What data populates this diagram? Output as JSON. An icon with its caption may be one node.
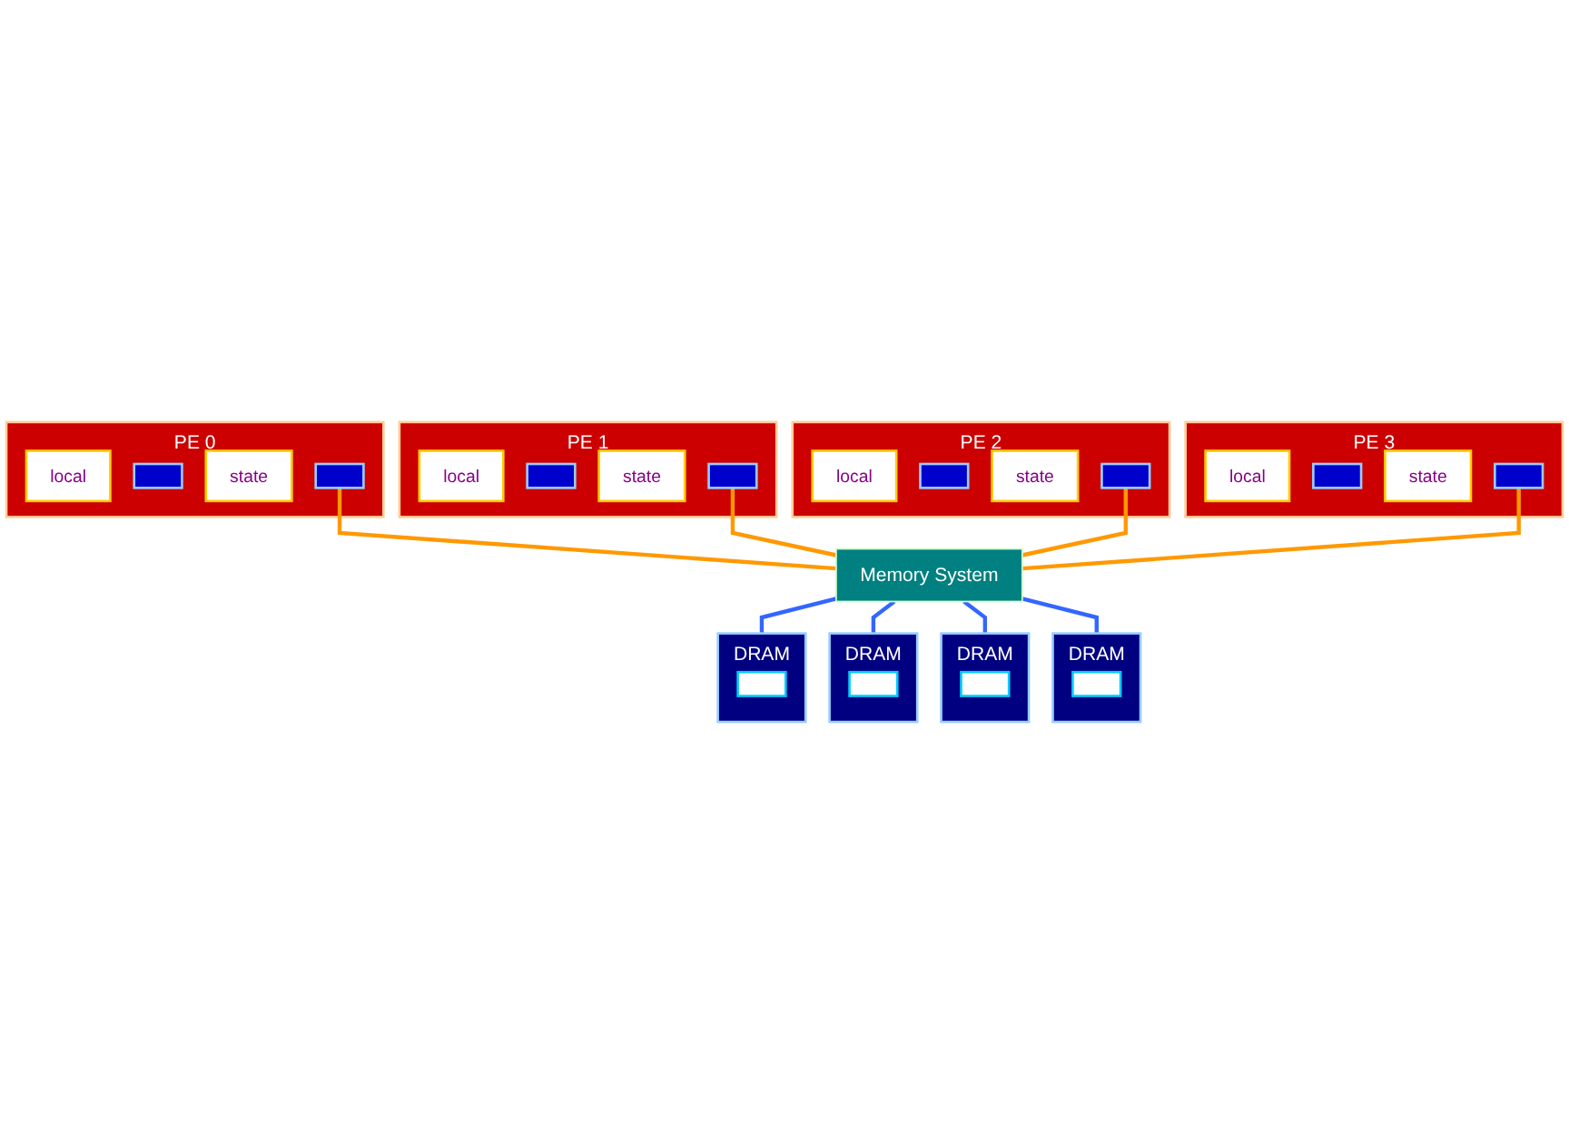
{
  "diagram": {
    "nodes": [
      {
        "text": [
          "PE 0"
        ]
      },
      {
        "text": [
          "local"
        ],
        "in": 0
      },
      {
        "text": [],
        "shape": "box",
        "in": 0
      },
      {
        "text": [
          "state"
        ],
        "in": 0
      },
      {
        "text": [],
        "shape": "box",
        "in": 0
      },
      {
        "text": [
          "PE 1"
        ]
      },
      {
        "text": [
          "local"
        ],
        "in": 5
      },
      {
        "text": [],
        "shape": "box",
        "in": 5
      },
      {
        "text": [
          "state"
        ],
        "in": 5
      },
      {
        "text": [],
        "shape": "box",
        "in": 5
      },
      {
        "text": [
          "PE 2"
        ]
      },
      {
        "text": [
          "local"
        ],
        "in": 10
      },
      {
        "text": [],
        "shape": "box",
        "in": 10
      },
      {
        "text": [
          "state"
        ],
        "in": 10
      },
      {
        "text": [],
        "shape": "box",
        "in": 10
      },
      {
        "text": [
          "PE 3"
        ]
      },
      {
        "text": [
          "local"
        ],
        "in": 15
      },
      {
        "text": [],
        "shape": "box",
        "in": 15
      },
      {
        "text": [
          "state"
        ],
        "in": 15
      },
      {
        "text": [],
        "shape": "box",
        "in": 15
      },
      {
        "text": [
          "Memory System"
        ]
      },
      {
        "text": [
          "DRAM"
        ]
      },
      {
        "text": [],
        "shape": "box",
        "in": 21
      },
      {
        "text": [
          "DRAM"
        ]
      },
      {
        "text": [],
        "shape": "box",
        "in": 23
      },
      {
        "text": [
          "DRAM"
        ]
      },
      {
        "text": [],
        "shape": "box",
        "in": 25
      },
      {
        "text": [
          "DRAM"
        ]
      },
      {
        "text": [],
        "shape": "box",
        "in": 27
      }
    ],
    "edges": [
      {
        "from": 4,
        "to": 20,
        "arrow": "none",
        "color": "#ff9900"
      },
      {
        "from": 9,
        "to": 20,
        "arrow": "none",
        "color": "#ff9900"
      },
      {
        "from": 14,
        "to": 20,
        "arrow": "none",
        "color": "#ff9900"
      },
      {
        "from": 19,
        "to": 20,
        "arrow": "none",
        "color": "#ff9900"
      },
      {
        "from": 20,
        "to": 21,
        "arrow": "none",
        "color": "#3366ff"
      },
      {
        "from": 20,
        "to": 23,
        "arrow": "none",
        "color": "#3366ff"
      },
      {
        "from": 20,
        "to": 25,
        "arrow": "none",
        "color": "#3366ff"
      },
      {
        "from": 20,
        "to": 27,
        "arrow": "none",
        "color": "#3366ff"
      }
    ]
  }
}
